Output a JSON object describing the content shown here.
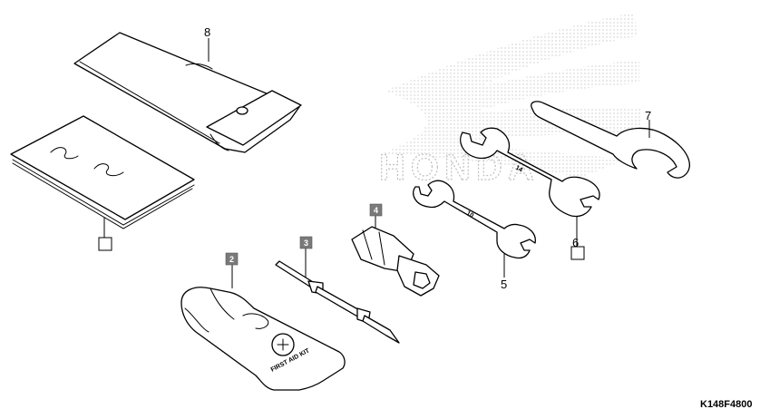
{
  "diagram": {
    "parts": [
      {
        "ref": "2",
        "label": "2",
        "style": "tag"
      },
      {
        "ref": "3",
        "label": "3",
        "style": "tag"
      },
      {
        "ref": "4",
        "label": "4",
        "style": "tag"
      },
      {
        "ref": "5",
        "label": "5",
        "style": "plain"
      },
      {
        "ref": "6",
        "label": "6",
        "style": "plain"
      },
      {
        "ref": "7",
        "label": "7",
        "style": "plain"
      },
      {
        "ref": "8",
        "label": "8",
        "style": "plain"
      }
    ],
    "first_aid_kit_text": "FIRST AID KIT",
    "wrench_marks": {
      "large": "14",
      "small": "10"
    },
    "watermark_logo": "HONDA",
    "figure_code": "K148F4800"
  }
}
